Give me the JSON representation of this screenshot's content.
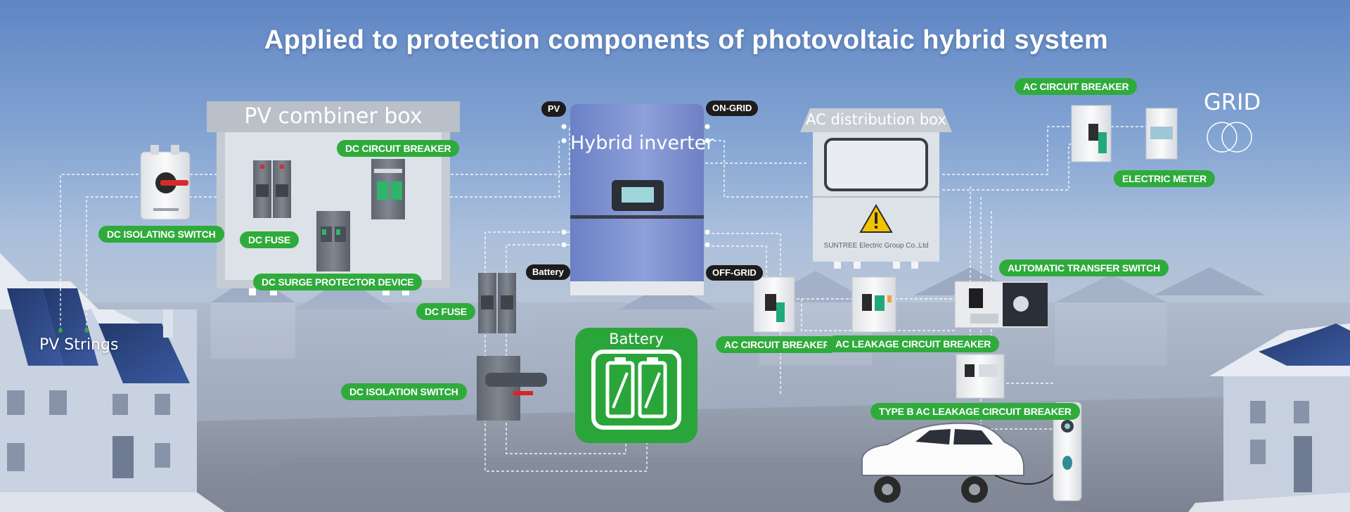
{
  "title": "Applied to protection components of photovoltaic hybrid system",
  "pv_strings_label": "PV Strings",
  "grid_label": "GRID",
  "combiner_box": {
    "title": "PV combiner box",
    "labels": {
      "dc_isolating_switch": "DC ISOLATING SWITCH",
      "dc_circuit_breaker": "DC CIRCUIT BREAKER",
      "dc_fuse": "DC FUSE",
      "dc_surge_protector": "DC SURGE PROTECTOR DEVICE"
    }
  },
  "inverter": {
    "title": "Hybrid inverter",
    "ports": {
      "pv": "PV",
      "on_grid": "ON-GRID",
      "battery": "Battery",
      "off_grid": "OFF-GRID"
    }
  },
  "battery_section": {
    "title": "Battery",
    "labels": {
      "dc_fuse": "DC FUSE",
      "dc_isolation_switch": "DC ISOLATION SWITCH"
    }
  },
  "ac_box": {
    "title": "AC distribution box",
    "brand": "SUNTREE Electric Group Co.,Ltd"
  },
  "grid_side_labels": {
    "ac_circuit_breaker": "AC CIRCUIT BREAKER",
    "electric_meter": "ELECTRIC METER"
  },
  "load_side_labels": {
    "ac_circuit_breaker": "AC CIRCUIT BREAKER",
    "ac_leakage_breaker": "AC LEAKAGE CIRCUIT BREAKER",
    "automatic_transfer_switch": "AUTOMATIC TRANSFER SWITCH",
    "type_b_leakage_breaker": "TYPE B AC LEAKAGE CIRCUIT BREAKER"
  },
  "colors": {
    "label_green": "#2fab3c",
    "port_black": "#1c1c1c",
    "inverter_blue": "#7f92cf",
    "battery_green": "#2aa53a"
  }
}
